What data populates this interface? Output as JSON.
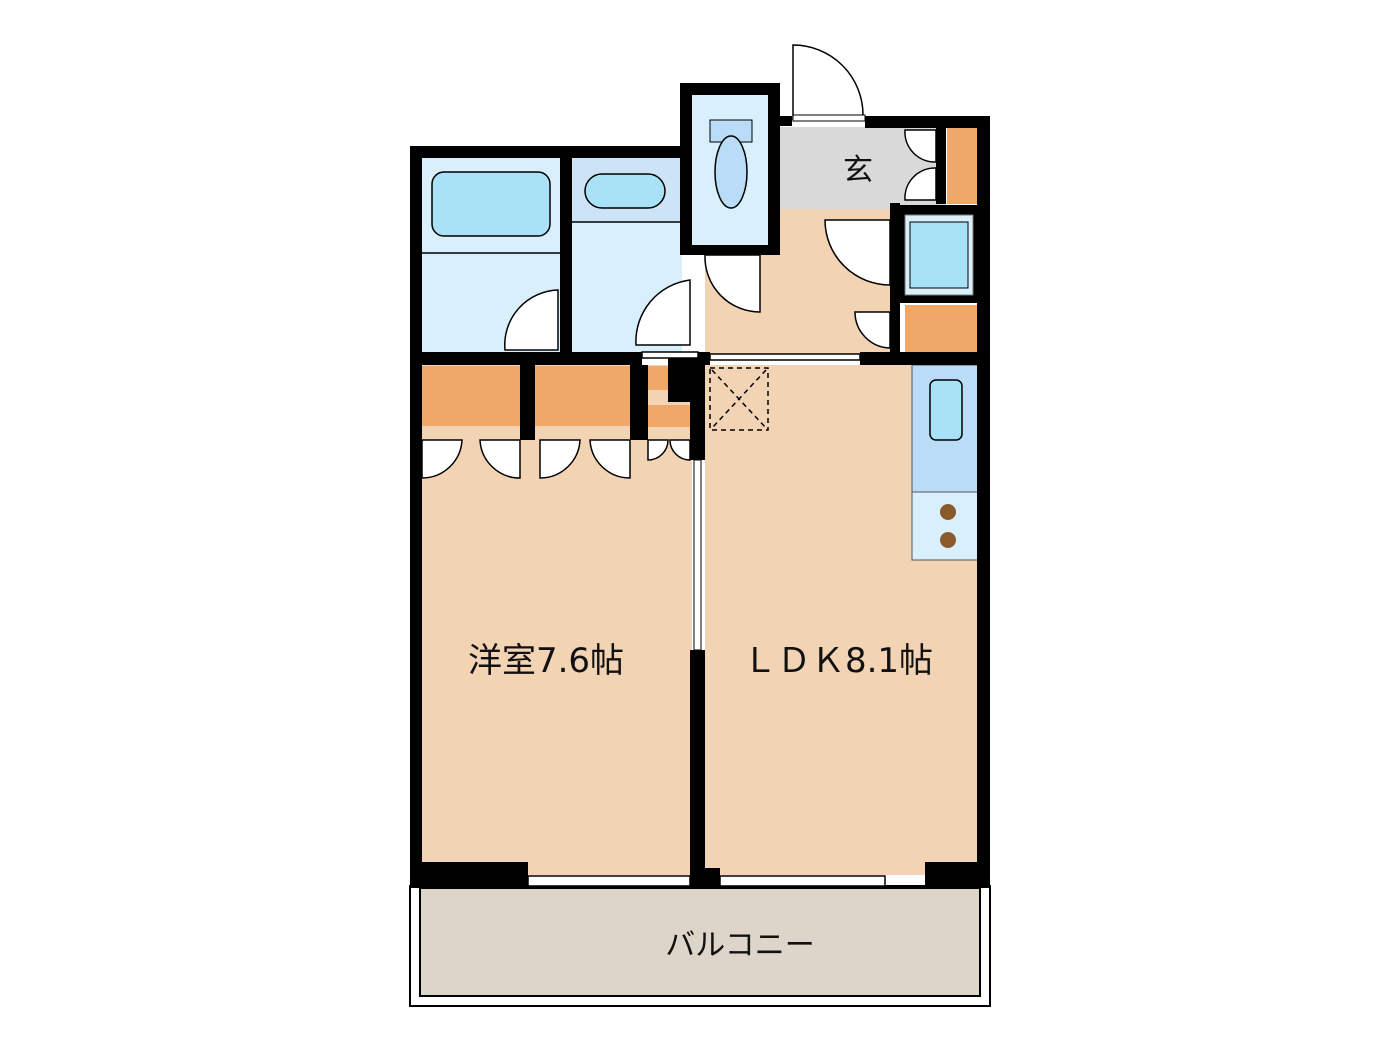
{
  "floorplan": {
    "rooms": {
      "entrance": "玄",
      "bedroom": "洋室7.6帖",
      "ldk": "ＬＤＫ8.1帖",
      "balcony": "バルコニー"
    }
  },
  "colors": {
    "wall": "#000000",
    "floor": "#f2d3b4",
    "closet": "#f0a868",
    "wet_area": "#d9effc",
    "fixture": "#a9e1f7",
    "entrance": "#d9d9d9",
    "balcony": "#ddd5c9"
  }
}
